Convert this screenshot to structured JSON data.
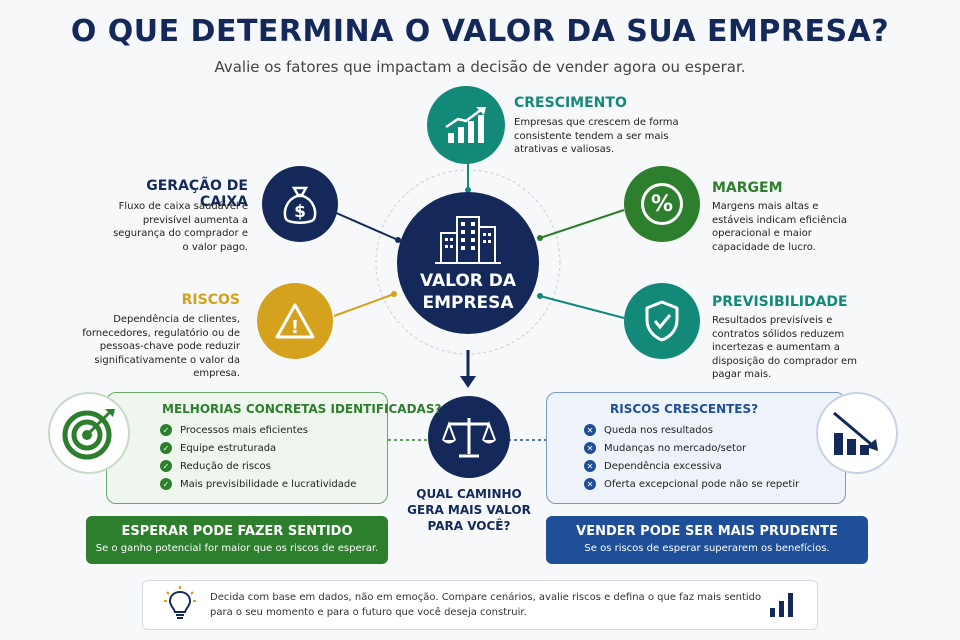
{
  "header": {
    "title": "O QUE DETERMINA O VALOR DA SUA EMPRESA?",
    "subtitle": "Avalie os fatores que impactam a decisão de vender agora ou esperar."
  },
  "center": {
    "line1": "VALOR DA",
    "line2": "EMPRESA"
  },
  "factors": {
    "crescimento": {
      "title": "CRESCIMENTO",
      "desc": "Empresas que crescem de forma consistente tendem a ser mais atrativas e valiosas."
    },
    "caixa": {
      "title": "GERAÇÃO DE CAIXA",
      "desc": "Fluxo de caixa saudável e previsível aumenta a segurança do comprador e o valor pago."
    },
    "margem": {
      "title": "MARGEM",
      "desc": "Margens mais altas e estáveis indicam eficiência operacional e maior capacidade de lucro."
    },
    "riscos": {
      "title": "RISCOS",
      "desc": "Dependência de clientes, fornecedores, regulatório ou de pessoas-chave pode reduzir significativamente o valor da empresa."
    },
    "previsibilidade": {
      "title": "PREVISIBILIDADE",
      "desc": "Resultados previsíveis e contratos sólidos reduzem incertezas e aumentam a disposição do comprador em pagar mais."
    }
  },
  "icons": {
    "crescimento": "%",
    "margem": "%",
    "caixa": "$",
    "riscos": "!"
  },
  "left_panel": {
    "title": "MELHORIAS CONCRETAS IDENTIFICADAS?",
    "items": [
      "Processos mais eficientes",
      "Equipe estruturada",
      "Redução de riscos",
      "Mais previsibilidade e lucratividade"
    ],
    "bar_title": "ESPERAR PODE FAZER SENTIDO",
    "bar_sub": "Se o ganho potencial for maior que os riscos de esperar."
  },
  "right_panel": {
    "title": "RISCOS CRESCENTES?",
    "items": [
      "Queda nos resultados",
      "Mudanças no mercado/setor",
      "Dependência excessiva",
      "Oferta excepcional pode não se repetir"
    ],
    "bar_title": "VENDER PODE SER MAIS PRUDENTE",
    "bar_sub": "Se os riscos de esperar superarem os benefícios."
  },
  "question": {
    "line1": "QUAL CAMINHO",
    "line2": "GERA MAIS VALOR",
    "line3": "PARA VOCÊ?"
  },
  "footer": {
    "line1": "Decida com base em dados, não em emoção. Compare cenários, avalie riscos e defina o que faz mais sentido",
    "line2": "para o seu momento e para o futuro que você deseja construir."
  },
  "colors": {
    "navy": "#14295a",
    "teal": "#13897a",
    "green": "#2d7f2d",
    "gold": "#d4a21c",
    "blue": "#1f4f98"
  }
}
